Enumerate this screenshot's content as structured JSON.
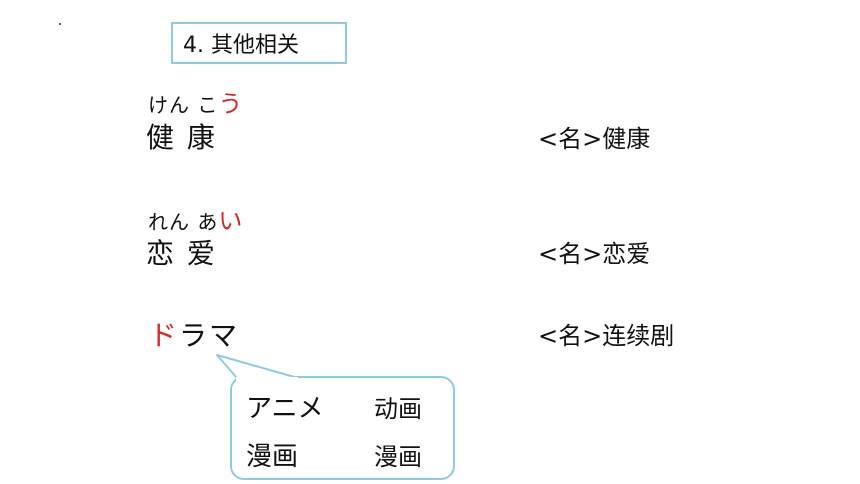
{
  "section": {
    "title": "4. 其他相关"
  },
  "entries": [
    {
      "ruby_main": "けん こ",
      "ruby_highlight": "う",
      "word_highlight": "",
      "word": "健 康",
      "meaning": "<名>健康"
    },
    {
      "ruby_main": "れん あ",
      "ruby_highlight": "い",
      "word_highlight": "",
      "word": "恋 爱",
      "meaning": "<名>恋爱"
    },
    {
      "ruby_main": "",
      "ruby_highlight": "",
      "word_highlight": "ド",
      "word": "ラマ",
      "meaning": "<名>连续剧"
    }
  ],
  "callout": {
    "rows": [
      {
        "term": "アニメ",
        "gloss": "动画"
      },
      {
        "term": "漫画",
        "gloss": "漫画"
      }
    ]
  },
  "colors": {
    "accent_red": "#d62828",
    "border_blue": "#8fcbe0"
  }
}
